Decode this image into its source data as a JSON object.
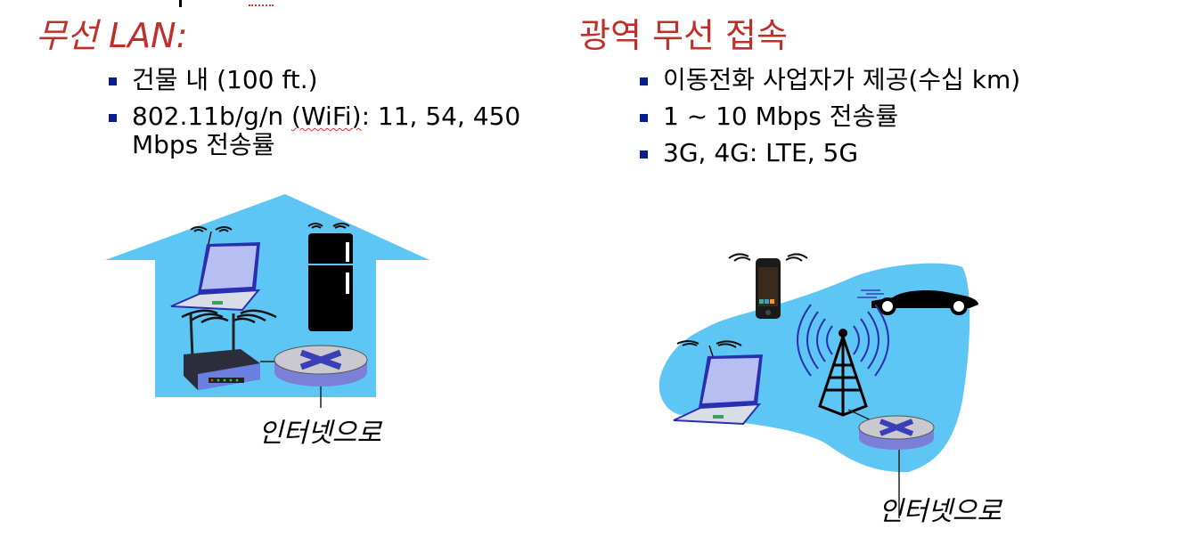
{
  "left_section": {
    "title": "무선 LAN:",
    "bullets": [
      {
        "text": "건물 내 (100 ft.)"
      },
      {
        "text_before": "802.11b/g/n ",
        "text_squiggle": "(WiFi)",
        "text_after": ": 11, 54, 450",
        "line2": "Mbps 전송률"
      }
    ],
    "diagram": {
      "devices": [
        "laptop",
        "refrigerator",
        "wifi-access-point",
        "router"
      ],
      "caption": "인터넷으로"
    }
  },
  "right_section": {
    "title": "광역 무선 접속",
    "bullets": [
      {
        "text": "이동전화 사업자가 제공(수십 km)"
      },
      {
        "text": "1 ~ 10 Mbps 전송률"
      },
      {
        "text": "3G, 4G: LTE, 5G"
      }
    ],
    "diagram": {
      "devices": [
        "smartphone",
        "car",
        "laptop",
        "cell-tower",
        "router"
      ],
      "caption": "인터넷으로"
    }
  },
  "colors": {
    "title_red": "#c0302a",
    "bullet_blue": "#0a1f8f",
    "coverage_blue": "#5ec6f5",
    "router_purple": "#7b7fd6"
  }
}
